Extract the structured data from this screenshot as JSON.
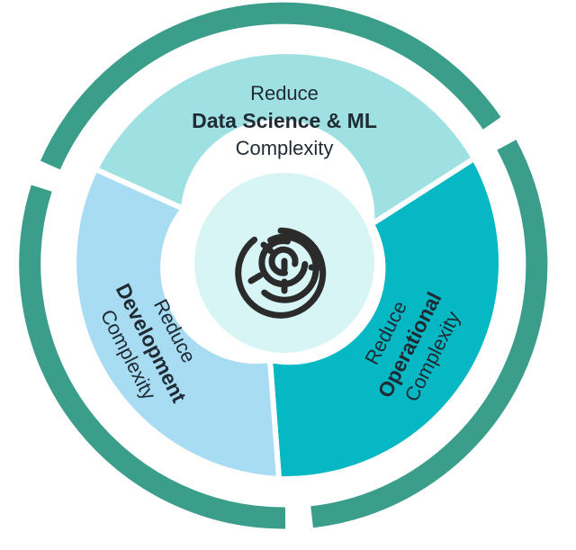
{
  "diagram": {
    "center_icon": "maze-icon",
    "colors": {
      "outer_ring": "#3a9e8b",
      "segment_top": "#9fe0e2",
      "segment_left": "#a7dcf2",
      "segment_right": "#06b8c3",
      "center_disc": "#d8f5f6",
      "icon": "#2b2b2b",
      "text": "#1f2a33"
    },
    "segments": [
      {
        "id": "top",
        "line1": "Reduce",
        "line2": "Data Science & ML",
        "line3": "Complexity"
      },
      {
        "id": "left",
        "line1": "Reduce",
        "line2": "Development",
        "line3": "Complexity"
      },
      {
        "id": "right",
        "line1": "Reduce",
        "line2": "Operational",
        "line3": "Complexity"
      }
    ]
  }
}
